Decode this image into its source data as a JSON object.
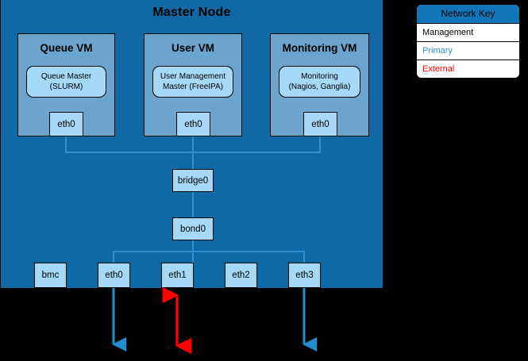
{
  "diagram": {
    "title": "Master Node",
    "background_color": "#000000",
    "node_color": "#1069a4",
    "vm_color": "#6ba4cc",
    "box_color": "#a6d8f7",
    "management_wire_color": "#2b8fd0",
    "external_wire_color": "#ff0000"
  },
  "vms": [
    {
      "name": "Queue VM",
      "service_line1": "Queue Master",
      "service_line2": "(SLURM)",
      "interface": "eth0"
    },
    {
      "name": "User VM",
      "service_line1": "User Management",
      "service_line2": "Master (FreeIPA)",
      "interface": "eth0"
    },
    {
      "name": "Monitoring VM",
      "service_line1": "Monitoring",
      "service_line2": "(Nagios, Ganglia)",
      "interface": "eth0"
    }
  ],
  "internal_nodes": [
    {
      "label": "bridge0"
    },
    {
      "label": "bond0"
    }
  ],
  "nics": [
    {
      "label": "bmc",
      "uplink": "none"
    },
    {
      "label": "eth0",
      "uplink": "primary"
    },
    {
      "label": "eth1",
      "uplink": "external"
    },
    {
      "label": "eth2",
      "uplink": "none"
    },
    {
      "label": "eth3",
      "uplink": "primary"
    }
  ],
  "legend": {
    "title": "Network Key",
    "rows": [
      {
        "label": "Management",
        "color": "#000000"
      },
      {
        "label": "Primary",
        "color": "#2b8fd0"
      },
      {
        "label": "External",
        "color": "#ff0000"
      }
    ]
  }
}
